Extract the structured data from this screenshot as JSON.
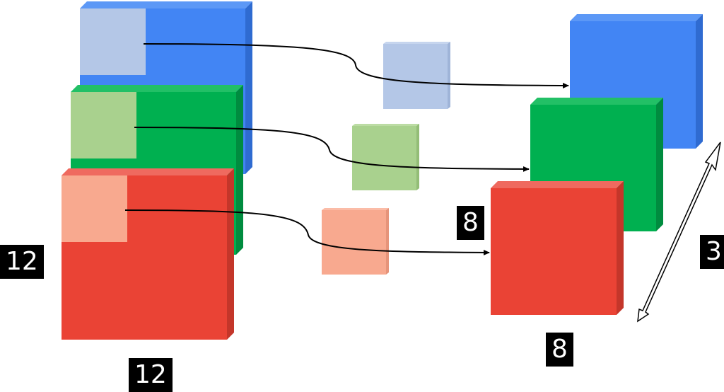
{
  "labels": {
    "input_height": "12",
    "input_width": "12",
    "output_height": "8",
    "output_width": "8",
    "channels": "3"
  },
  "colors": {
    "blue": "#4285f4",
    "blue_side": "#2f6bd1",
    "blue_top": "#5c98f6",
    "green": "#00b050",
    "green_side": "#008c3f",
    "green_top": "#22c066",
    "red": "#ea4335",
    "red_side": "#c4362a",
    "red_top": "#ef6a5f",
    "blue_light": "#b4c7e7",
    "green_light": "#a9d18e",
    "red_light": "#f8a98f",
    "arrow": "#000000"
  },
  "icons": {
    "channel_depth_arrow": "double-headed-arrow-icon"
  }
}
